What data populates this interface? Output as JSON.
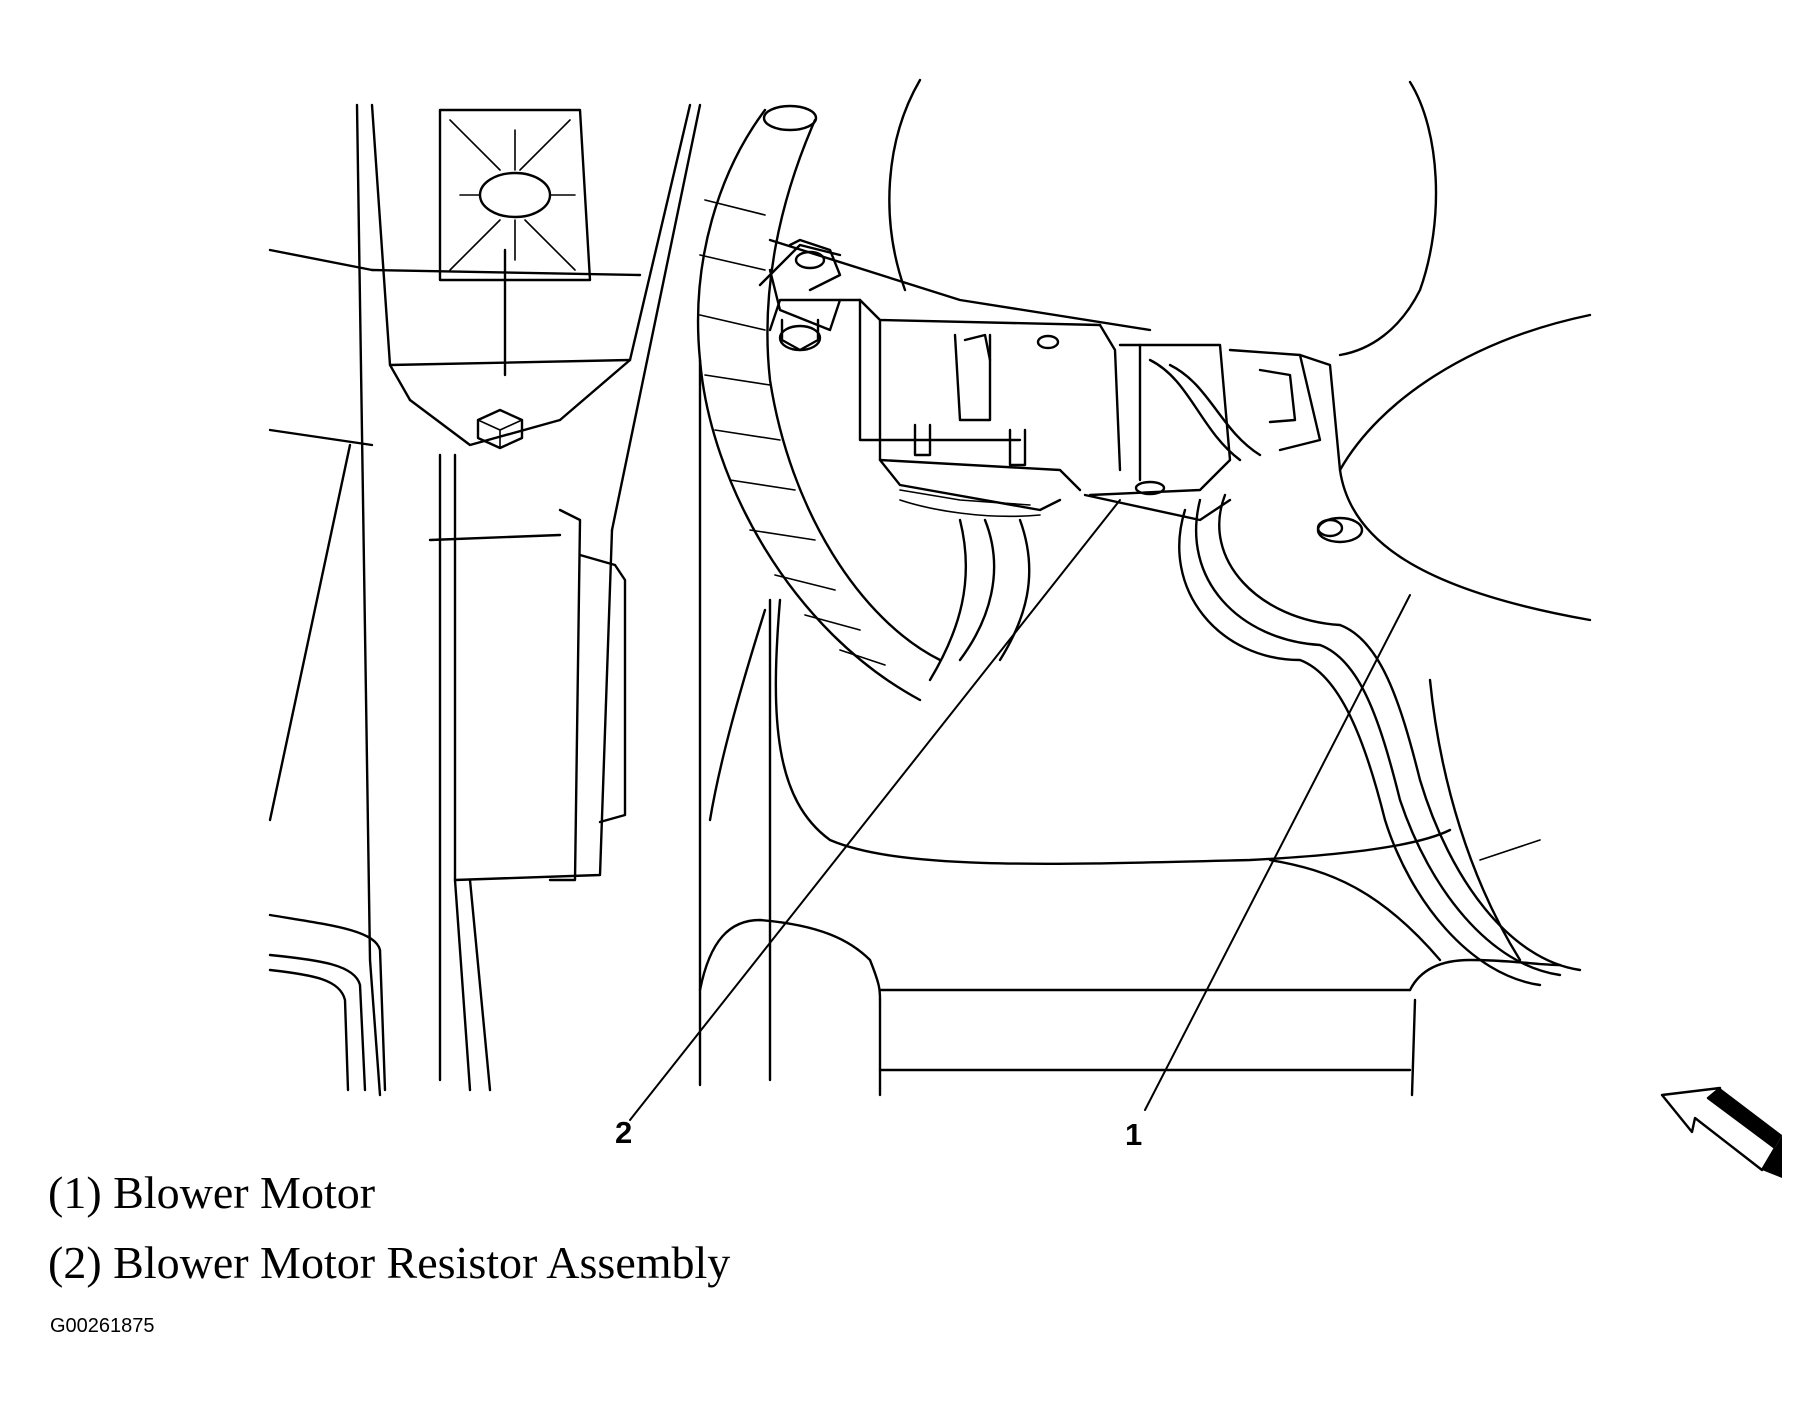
{
  "diagram": {
    "callouts": [
      {
        "id": "1",
        "label": "1"
      },
      {
        "id": "2",
        "label": "2"
      }
    ],
    "legend": [
      {
        "text": "(1) Blower Motor"
      },
      {
        "text": "(2) Blower Motor Resistor Assembly"
      }
    ],
    "figure_code": "G00261875"
  }
}
